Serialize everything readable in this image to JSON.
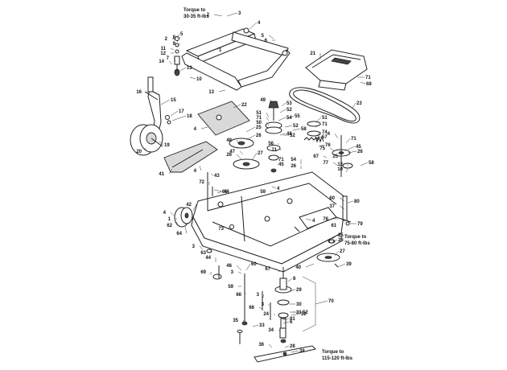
{
  "torque_notes": [
    {
      "id": "torque-30-35",
      "lines": [
        "Torque to",
        "30-35 ft-lbs"
      ]
    },
    {
      "id": "torque-75-80",
      "lines": [
        "Torque to",
        "75-80 ft-lbs"
      ]
    },
    {
      "id": "torque-115-120",
      "lines": [
        "Torque to",
        "115-120 ft-lbs"
      ]
    }
  ],
  "callouts": [
    "2",
    "3",
    "4",
    "5",
    "6",
    "7",
    "8",
    "9",
    "10",
    "11",
    "12",
    "13",
    "14",
    "15",
    "16",
    "17",
    "18",
    "19",
    "20",
    "21",
    "22",
    "23",
    "24",
    "25",
    "26",
    "27",
    "28",
    "29",
    "30",
    "31",
    "32",
    "33",
    "34",
    "35",
    "36",
    "37",
    "38",
    "39",
    "40",
    "41",
    "42",
    "43",
    "44",
    "45",
    "46",
    "47",
    "48",
    "49",
    "50",
    "51",
    "52",
    "53",
    "54",
    "55",
    "56",
    "57",
    "58",
    "59",
    "60",
    "61",
    "62",
    "63",
    "64",
    "65",
    "66",
    "67",
    "68",
    "69",
    "70",
    "71",
    "72",
    "73",
    "74",
    "75",
    "76",
    "77",
    "78",
    "79",
    "80",
    "81",
    "1"
  ]
}
